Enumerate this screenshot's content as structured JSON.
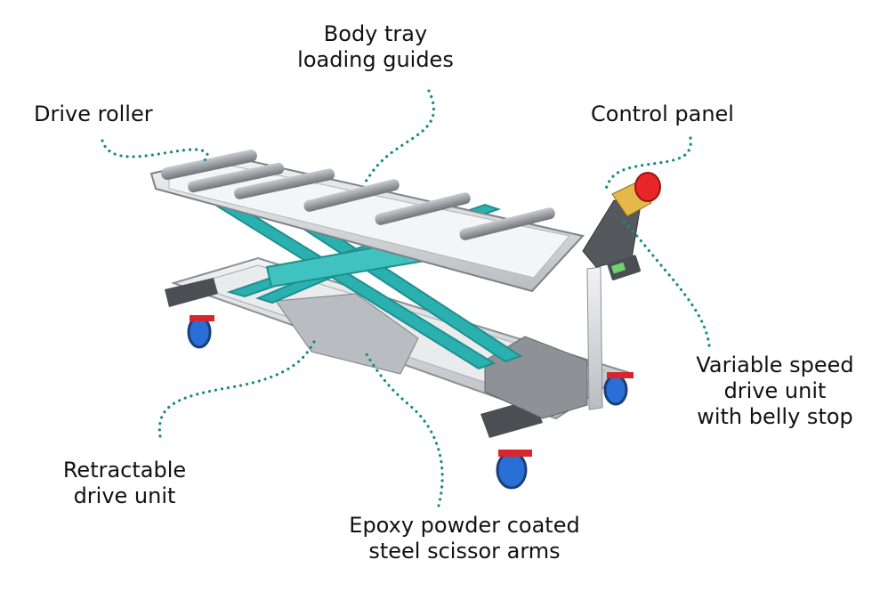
{
  "labels": {
    "body_tray_loading_guides": "Body tray\nloading guides",
    "drive_roller": "Drive roller",
    "control_panel": "Control panel",
    "variable_speed_drive_unit": "Variable speed\ndrive unit\nwith belly stop",
    "retractable_drive_unit": "Retractable\ndrive unit",
    "scissor_arms": "Epoxy powder coated\nsteel scissor arms"
  },
  "colors": {
    "leader_line": "#1a8a80",
    "scissor_arm": "#2bb0b0",
    "frame_steel": "#d6d9dc",
    "wheel": "#2a6fd6",
    "brake": "#d8262c",
    "control_button": "#e8262a"
  }
}
